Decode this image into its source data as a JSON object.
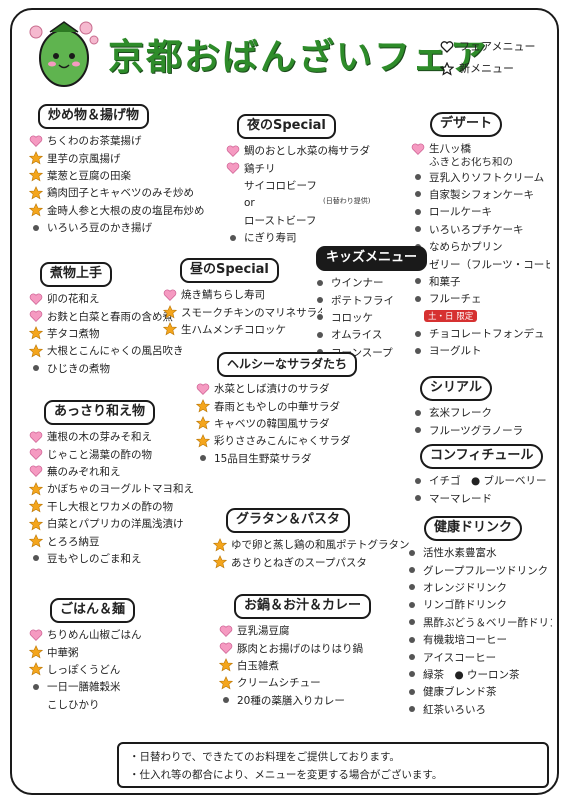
{
  "title": "京都おばんざいフェア",
  "legend": {
    "fair_menu": "フェアメニュー",
    "new_menu": "新メニュー"
  },
  "colors": {
    "heart": "#f59ac1",
    "star": "#f4a51c",
    "dot": "#555555",
    "title": "#2e8c2a",
    "badge": "#d63131"
  },
  "sections": {
    "fried": {
      "title": "炒め物＆揚げ物",
      "items": [
        {
          "mark": "heart",
          "text": "ちくわのお茶葉揚げ"
        },
        {
          "mark": "star",
          "text": "里芋の京風揚げ"
        },
        {
          "mark": "star",
          "text": "葉葱と豆腐の田楽"
        },
        {
          "mark": "star",
          "text": "鶏肉団子とキャベツのみそ炒め"
        },
        {
          "mark": "star",
          "text": "金時人参と大根の皮の塩昆布炒め"
        },
        {
          "mark": "dot",
          "text": "いろいろ豆のかき揚げ"
        }
      ]
    },
    "night": {
      "title": "夜のSpecial",
      "items": [
        {
          "mark": "heart",
          "text": "鯛のおとし水菜の梅サラダ"
        },
        {
          "mark": "heart",
          "text": "鶏チリ"
        },
        {
          "mark": "none",
          "text": "サイコロビーフ"
        },
        {
          "mark": "none",
          "text": "or"
        },
        {
          "mark": "none",
          "text": "ローストビーフ"
        },
        {
          "mark": "dot",
          "text": "にぎり寿司"
        }
      ],
      "beef_note": "(日替わり提供)"
    },
    "dessert": {
      "title": "デザート",
      "items": [
        {
          "mark": "heart",
          "text": "生八ッ橋"
        },
        {
          "mark": "dot",
          "text": "豆乳入りソフトクリーム"
        },
        {
          "mark": "dot",
          "text": "自家製シフォンケーキ"
        },
        {
          "mark": "dot",
          "text": "ロールケーキ"
        },
        {
          "mark": "dot",
          "text": "いろいろプチケーキ"
        },
        {
          "mark": "dot",
          "text": "なめらかプリン"
        },
        {
          "mark": "dot",
          "text": "ゼリー（フルーツ・コーヒー）"
        },
        {
          "mark": "dot",
          "text": "和菓子"
        },
        {
          "mark": "dot",
          "text": "フルーチェ"
        },
        {
          "mark": "dot",
          "text": "チョコレートフォンデュ"
        },
        {
          "mark": "dot",
          "text": "ヨーグルト"
        }
      ],
      "sub_note": "ふきとお化ち和の",
      "weekend_badge": "土・日 限定"
    },
    "stew": {
      "title": "煮物上手",
      "items": [
        {
          "mark": "heart",
          "text": "卯の花和え"
        },
        {
          "mark": "heart",
          "text": "お麩と白菜と春雨の含め煮"
        },
        {
          "mark": "star",
          "text": "芋タコ煮物"
        },
        {
          "mark": "star",
          "text": "大根とこんにゃくの風呂吹き"
        },
        {
          "mark": "dot",
          "text": "ひじきの煮物"
        }
      ]
    },
    "lunch": {
      "title": "昼のSpecial",
      "items": [
        {
          "mark": "heart",
          "text": "焼き鯖ちらし寿司"
        },
        {
          "mark": "star",
          "text": "スモークチキンのマリネサラダ"
        },
        {
          "mark": "star",
          "text": "生ハムメンチコロッケ"
        }
      ]
    },
    "kids": {
      "title": "キッズメニュー",
      "items": [
        {
          "mark": "dot",
          "text": "ウインナー"
        },
        {
          "mark": "dot",
          "text": "ポテトフライ"
        },
        {
          "mark": "dot",
          "text": "コロッケ"
        },
        {
          "mark": "dot",
          "text": "オムライス"
        },
        {
          "mark": "dot",
          "text": "コーンスープ"
        }
      ]
    },
    "healthy": {
      "title": "ヘルシーなサラダたち",
      "items": [
        {
          "mark": "heart",
          "text": "水菜としば漬けのサラダ"
        },
        {
          "mark": "star",
          "text": "春雨ともやしの中華サラダ"
        },
        {
          "mark": "star",
          "text": "キャベツの韓国風サラダ"
        },
        {
          "mark": "star",
          "text": "彩りささみこんにゃくサラダ"
        },
        {
          "mark": "dot",
          "text": "15品目生野菜サラダ"
        }
      ]
    },
    "aesoft": {
      "title": "あっさり和え物",
      "items": [
        {
          "mark": "heart",
          "text": "蓮根の木の芽みそ和え"
        },
        {
          "mark": "heart",
          "text": "じゃこと湯葉の酢の物"
        },
        {
          "mark": "heart",
          "text": "蕪のみぞれ和え"
        },
        {
          "mark": "star",
          "text": "かぼちゃのヨーグルトマヨ和え"
        },
        {
          "mark": "star",
          "text": "干し大根とワカメの酢の物"
        },
        {
          "mark": "star",
          "text": "白菜とパプリカの洋風浅漬け"
        },
        {
          "mark": "star",
          "text": "とろろ納豆"
        },
        {
          "mark": "dot",
          "text": "豆もやしのごま和え"
        }
      ]
    },
    "cereal": {
      "title": "シリアル",
      "items": [
        {
          "mark": "dot",
          "text": "玄米フレーク"
        },
        {
          "mark": "dot",
          "text": "フルーツグラノーラ"
        }
      ]
    },
    "confiture": {
      "title": "コンフィチュール",
      "items": [
        {
          "mark": "dot",
          "text": "イチゴ　● ブルーベリー"
        },
        {
          "mark": "dot",
          "text": "マーマレード"
        }
      ]
    },
    "gratin": {
      "title": "グラタン＆パスタ",
      "items": [
        {
          "mark": "star",
          "text": "ゆで卵と蒸し鶏の和風ポテトグラタン"
        },
        {
          "mark": "star",
          "text": "あさりとねぎのスープパスタ"
        }
      ]
    },
    "health_drink": {
      "title": "健康ドリンク",
      "items": [
        {
          "mark": "dot",
          "text": "活性水素豊富水"
        },
        {
          "mark": "dot",
          "text": "グレープフルーツドリンク"
        },
        {
          "mark": "dot",
          "text": "オレンジドリンク"
        },
        {
          "mark": "dot",
          "text": "リンゴ酢ドリンク"
        },
        {
          "mark": "dot",
          "text": "黒酢ぶどう＆ベリー酢ドリンク"
        },
        {
          "mark": "dot",
          "text": "有機栽培コーヒー"
        },
        {
          "mark": "dot",
          "text": "アイスコーヒー"
        },
        {
          "mark": "dot",
          "text": "緑茶　● ウーロン茶"
        },
        {
          "mark": "dot",
          "text": "健康ブレンド茶"
        },
        {
          "mark": "dot",
          "text": "紅茶いろいろ"
        }
      ]
    },
    "rice": {
      "title": "ごはん＆麺",
      "items": [
        {
          "mark": "heart",
          "text": "ちりめん山椒ごはん"
        },
        {
          "mark": "star",
          "text": "中華粥"
        },
        {
          "mark": "star",
          "text": "しっぽくうどん"
        },
        {
          "mark": "dot",
          "text": "一日一膳雑穀米"
        },
        {
          "mark": "none",
          "text": "こしひかり"
        }
      ]
    },
    "nabe": {
      "title": "お鍋＆お汁＆カレー",
      "items": [
        {
          "mark": "heart",
          "text": "豆乳湯豆腐"
        },
        {
          "mark": "heart",
          "text": "豚肉とお揚げのはりはり鍋"
        },
        {
          "mark": "star",
          "text": "白玉雑煮"
        },
        {
          "mark": "star",
          "text": "クリームシチュー"
        },
        {
          "mark": "dot",
          "text": "20種の薬膳入りカレー"
        }
      ]
    }
  },
  "footer": {
    "line1": "・日替わりで、できたてのお料理をご提供しております。",
    "line2": "・仕入れ等の都合により、メニューを変更する場合がございます。"
  }
}
